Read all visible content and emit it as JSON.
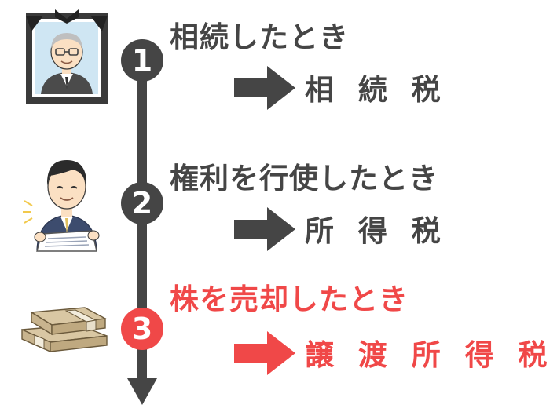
{
  "steps": [
    {
      "number": "1",
      "event": "相続したとき",
      "tax": "相 続 税",
      "highlight": false
    },
    {
      "number": "2",
      "event": "権利を行使したとき",
      "tax": "所 得 税",
      "highlight": false
    },
    {
      "number": "3",
      "event": "株を売却したとき",
      "tax": "譲 渡 所 得 税",
      "highlight": true
    }
  ],
  "colors": {
    "dark": "#454545",
    "accent": "#f04848",
    "frame": "#3a3a3a",
    "sky": "#cfe6f3",
    "skin": "#fbe0c3",
    "suit": "#3d4c6e",
    "money": "#c8b48e"
  },
  "icons": [
    "memorial-portrait-icon",
    "businessman-with-document-icon",
    "cash-bundles-icon",
    "right-arrow-icon",
    "down-arrow-icon"
  ]
}
